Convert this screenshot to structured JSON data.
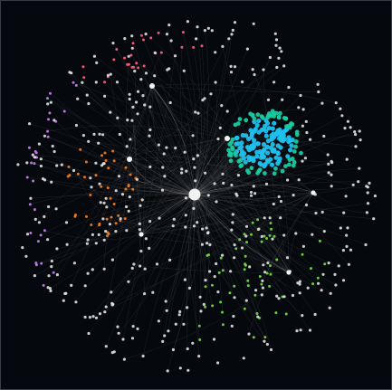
{
  "graph": {
    "background": "#05080d",
    "edge_color": "#c8c8c8",
    "edge_color_hub": "#d8b080",
    "hub_color": "#f2f2f2",
    "clusters": [
      {
        "name": "white",
        "color": "#e6e6e6",
        "count": 430
      },
      {
        "name": "cyan",
        "color": "#1fc0ee",
        "count": 120
      },
      {
        "name": "teal",
        "color": "#18caa0",
        "count": 70
      },
      {
        "name": "pink",
        "color": "#ff5a78",
        "count": 26
      },
      {
        "name": "violet",
        "color": "#c27ce8",
        "count": 30
      },
      {
        "name": "orange",
        "color": "#f07a1e",
        "count": 42
      },
      {
        "name": "green",
        "color": "#6cd840",
        "count": 60
      }
    ]
  }
}
